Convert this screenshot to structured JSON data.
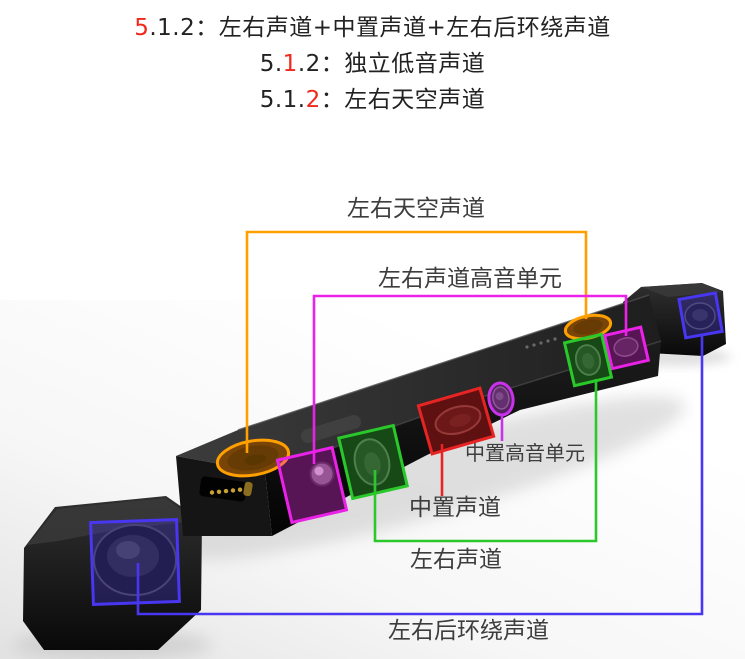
{
  "page": {
    "background": "#ffffff",
    "accent_color": "#f0281e",
    "heading_color": "#222222",
    "label_color": "#3d3d3d"
  },
  "heading": {
    "lines": [
      {
        "pre": "",
        "red": "5",
        "post": ".1.2：左右声道+中置声道+左右后环绕声道"
      },
      {
        "pre": "5.",
        "red": "1",
        "post": ".2：独立低音声道"
      },
      {
        "pre": "5.1.",
        "red": "2",
        "post": "：左右天空声道"
      }
    ]
  },
  "diagram": {
    "labels": {
      "sky": "左右天空声道",
      "tweeter_lr": "左右声道高音单元",
      "center_tweeter": "中置高音单元",
      "center": "中置声道",
      "lr": "左右声道",
      "surround": "左右后环绕声道"
    },
    "colors": {
      "sky": "#ffa000",
      "tweeter_lr": "#ea22e8",
      "center_tweeter": "#c832e8",
      "center": "#e62424",
      "lr": "#2bc82b",
      "surround": "#4836f0"
    }
  }
}
